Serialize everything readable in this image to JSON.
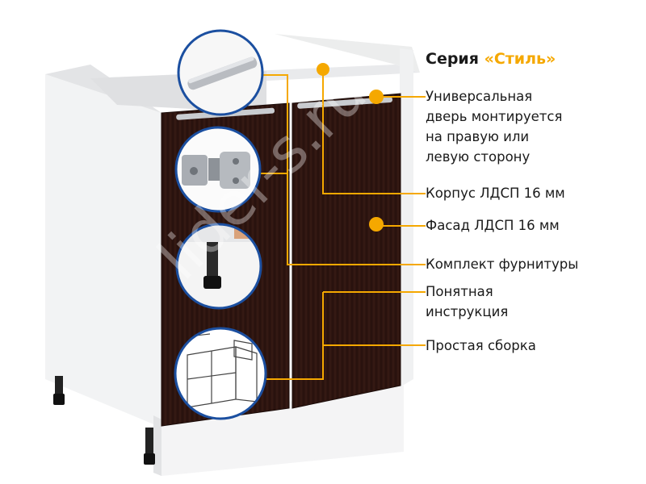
{
  "series": {
    "prefix": "Серия ",
    "name": "«Стиль»"
  },
  "features": [
    {
      "line1": "Универсальная",
      "line2": "дверь монтируется",
      "line3": "на правую или",
      "line4": "левую сторону"
    },
    {
      "line1": "Корпус ЛДСП 16 мм"
    },
    {
      "line1": "Фасад ЛДСП 16 мм"
    },
    {
      "line1": "Комплект фурнитуры"
    },
    {
      "line1": "Понятная",
      "line2": "инструкция"
    },
    {
      "line1": "Простая сборка"
    }
  ],
  "watermark": "lider-s.ru",
  "colors": {
    "accent": "#f5a800",
    "facade": "#2e1510",
    "callout_ring": "#1b4fa0",
    "leader_line": "#f5a800"
  }
}
